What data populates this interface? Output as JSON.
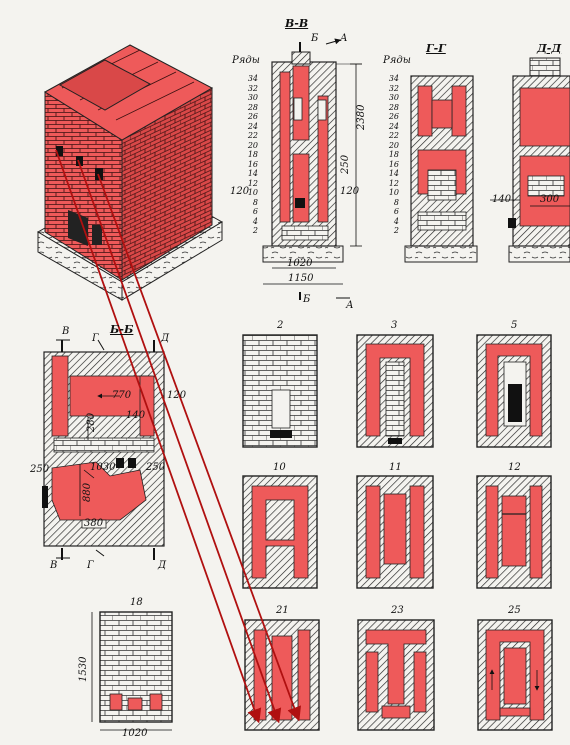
{
  "sections": {
    "vv": {
      "title": "В-В",
      "cut_top_left": "Б",
      "cut_top_right": "А",
      "cut_bottom_left": "Б",
      "cut_bottom_right": "А"
    },
    "gg": {
      "title": "Г-Г"
    },
    "dd": {
      "title": "Д-Д"
    },
    "bb": {
      "title": "Б-Б",
      "cut_v": "В",
      "cut_g": "Г",
      "cut_d": "Д",
      "cut_v_bottom": "В",
      "cut_g_bottom": "Г",
      "cut_d_bottom": "Д"
    }
  },
  "rows_label": "Ряды",
  "row_numbers": [
    "34",
    "32",
    "30",
    "28",
    "26",
    "24",
    "22",
    "20",
    "18",
    "16",
    "14",
    "12",
    "10",
    "8",
    "6",
    "4",
    "2"
  ],
  "dimensions": {
    "height": "2380",
    "d250": "250",
    "d120_left": "120",
    "d120_right": "120",
    "width_inner": "1020",
    "width_outer": "1150",
    "dd_140": "140",
    "dd_300": "300",
    "bb_770": "770",
    "bb_120": "120",
    "bb_140": "140",
    "bb_280": "280",
    "bb_1030": "1030",
    "bb_250_left": "250",
    "bb_250_right": "250",
    "bb_880": "880",
    "bb_380": "380",
    "plan_1530": "1530",
    "plan_1020": "1020"
  },
  "plans": [
    {
      "label": "2"
    },
    {
      "label": "3"
    },
    {
      "label": "5"
    },
    {
      "label": "10"
    },
    {
      "label": "11"
    },
    {
      "label": "12"
    },
    {
      "label": "18"
    },
    {
      "label": "21"
    },
    {
      "label": "23"
    },
    {
      "label": "25"
    }
  ],
  "colors": {
    "brick": "#ee5a5a",
    "line": "#111111",
    "arrow": "#b01010",
    "paper": "#f4f3ef"
  }
}
